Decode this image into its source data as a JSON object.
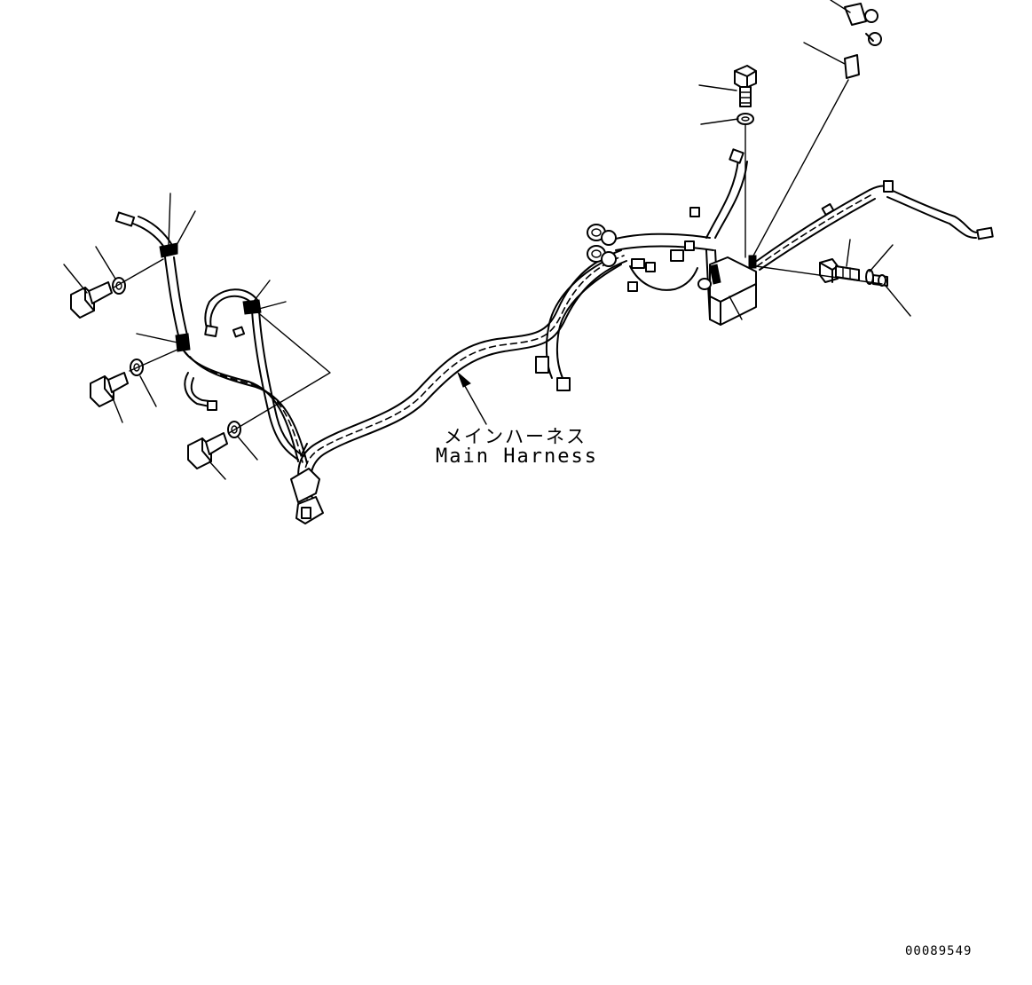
{
  "diagram": {
    "callout_label_jp": "メインハーネス",
    "callout_label_en": "Main Harness",
    "drawing_number": "00089549"
  },
  "icons": {
    "bolt": "hex-bolt-icon",
    "washer": "washer-icon",
    "clamp": "clamp-icon",
    "connector": "connector-icon",
    "bracket": "bracket-icon"
  }
}
